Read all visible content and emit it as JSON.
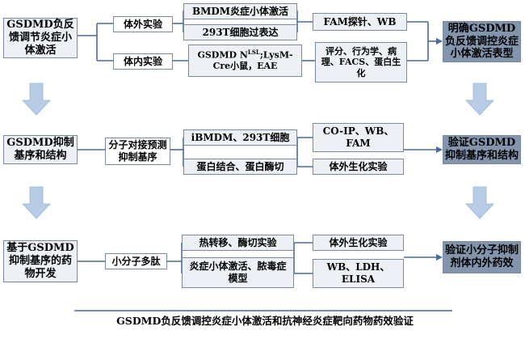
{
  "rows": [
    {
      "left_box": "GSDMD负反馈调节炎症小体激活",
      "methods": [
        {
          "label": "体外实验",
          "items": [
            "BMDM炎症小体激活",
            "293T细胞过表达"
          ],
          "results": [
            "FAM探针、WB"
          ]
        },
        {
          "label": "体内实验",
          "items": [
            "GSDMD N",
            "LSL",
            ";LysM-Cre小鼠，EAE"
          ],
          "results": [
            "评分、行为学、病理、FACS、蛋白生化"
          ]
        }
      ],
      "right_box": "明确GSDMD负反馈调控炎症小体激活表型"
    },
    {
      "left_box": "GSDMD抑制基序和结构",
      "methods": [
        {
          "label": "分子对接预测抑制基序",
          "items": [
            "iBMDM、293T细胞",
            "蛋白结合、蛋白酶切"
          ],
          "results": [
            "CO-IP、WB、FAM",
            "体外生化实验"
          ]
        }
      ],
      "right_box": "验证GSDMD抑制基序和结构"
    },
    {
      "left_box": "基于GSDMD抑制基序的药物开发",
      "methods": [
        {
          "label": "小分子多肽",
          "items": [
            "热转移、酶切实验",
            "炎症小体激活、脓毒症模型"
          ],
          "results": [
            "体外生化实验",
            "WB、LDH、ELISA"
          ]
        }
      ],
      "right_box": "验证小分子抑制剂体内外药效"
    }
  ],
  "footer": "GSDMD负反馈调控炎症小体激活和抗神经炎症靶向药物药效验证",
  "colors": {
    "light_fill": "#edf0f4",
    "dark_fill": "#8394ad",
    "line": "#4a6a9c",
    "arrow": "#b9cce6",
    "border": "#7a8aa2"
  }
}
